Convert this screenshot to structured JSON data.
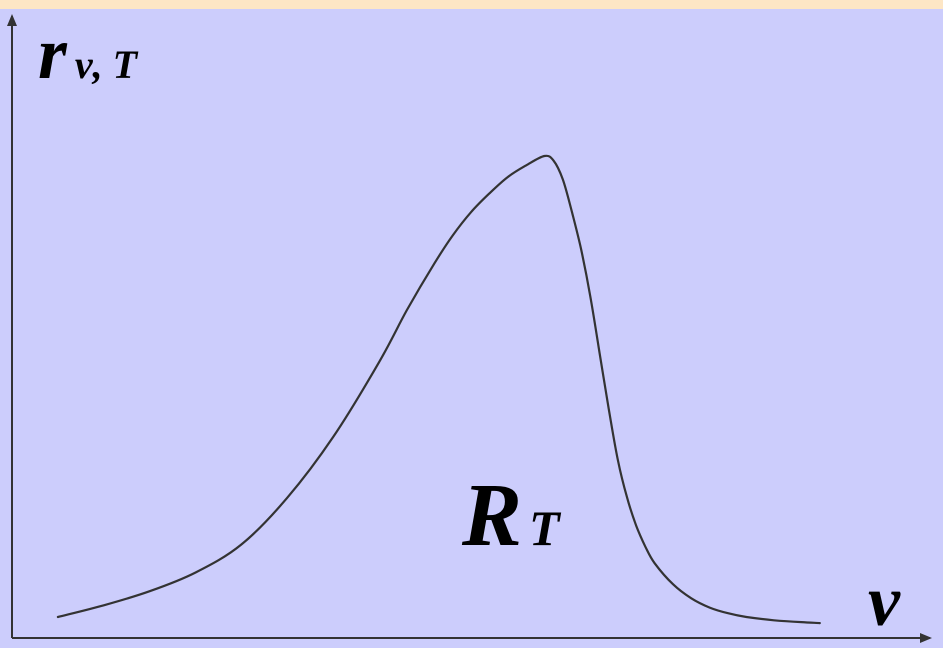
{
  "colors": {
    "background": "#cccdfc",
    "top_band": "#fde6c5",
    "axis": "#333333",
    "curve": "#333333",
    "text": "#000000"
  },
  "chart_data": {
    "type": "line",
    "title": "",
    "ylabel": {
      "main": "r",
      "subscript": "ν, T"
    },
    "xlabel": "ν",
    "area_label": {
      "main": "R",
      "subscript": "T"
    },
    "xlim": [
      0,
      100
    ],
    "ylim": [
      0,
      100
    ],
    "grid": false,
    "legend": "none",
    "ticks": false,
    "series": [
      {
        "x": [
          5,
          10,
          15,
          20,
          25,
          30,
          35,
          40,
          43,
          46,
          48,
          50,
          52,
          54,
          56,
          58,
          59,
          60,
          61,
          62,
          63,
          64,
          65,
          66,
          67,
          68,
          69,
          70,
          72,
          74,
          76,
          78,
          80,
          83,
          86,
          88
        ],
        "values": [
          1.5,
          4,
          7,
          11,
          17,
          27,
          40,
          56,
          67,
          77,
          83,
          88,
          92,
          95.5,
          98,
          100,
          99,
          95,
          88,
          80,
          70,
          58,
          46,
          35,
          27,
          21,
          16.5,
          13,
          8.5,
          5.5,
          3.5,
          2.3,
          1.5,
          0.8,
          0.4,
          0.2
        ]
      }
    ]
  }
}
